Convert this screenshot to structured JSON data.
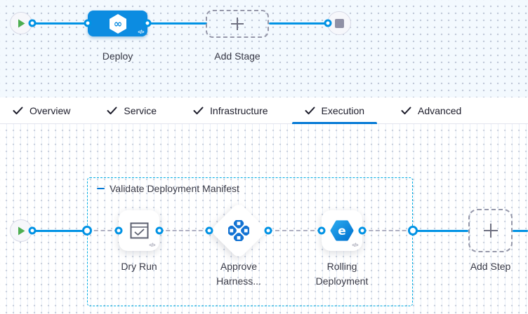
{
  "pipeline": {
    "stage_label": "Deploy",
    "add_stage_label": "Add Stage",
    "code_toggle": "</>"
  },
  "tabs": [
    {
      "label": "Overview"
    },
    {
      "label": "Service"
    },
    {
      "label": "Infrastructure"
    },
    {
      "label": "Execution"
    },
    {
      "label": "Advanced"
    }
  ],
  "execution": {
    "group_label": "Validate Deployment Manifest",
    "steps": [
      {
        "label": "Dry Run"
      },
      {
        "label": "Approve Harness..."
      },
      {
        "label": "Rolling Deployment"
      }
    ],
    "add_step_label": "Add Step",
    "code_toggle": "</>"
  },
  "colors": {
    "connector_blue": "#0092e4",
    "stage_node_blue": "#0c8ce1",
    "active_tab_blue": "#0278d5",
    "group_border_cyan": "#00ade4",
    "play_green": "#4dae51",
    "label_gray": "#383946"
  }
}
